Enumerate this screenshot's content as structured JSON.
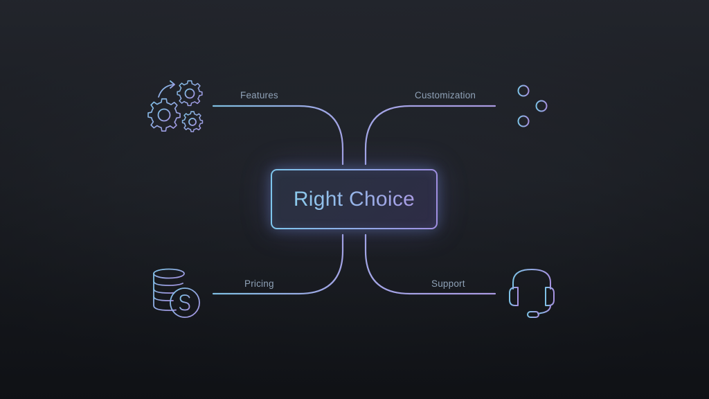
{
  "diagram": {
    "center": {
      "label": "Right Choice"
    },
    "branches": [
      {
        "id": "features",
        "label": "Features",
        "icon": "gears-icon",
        "position": "top-left"
      },
      {
        "id": "customization",
        "label": "Customization",
        "icon": "sliders-icon",
        "position": "top-right"
      },
      {
        "id": "pricing",
        "label": "Pricing",
        "icon": "coins-dollar-icon",
        "position": "bottom-left"
      },
      {
        "id": "support",
        "label": "Support",
        "icon": "headset-icon",
        "position": "bottom-right"
      }
    ]
  },
  "colors": {
    "background": "#1f2228",
    "line_start": "#7fbfe6",
    "line_end": "#a896e2",
    "label_text": "#8fa2b7",
    "box_border_left": "#7ec6ec",
    "box_border_right": "#a08fe2"
  }
}
